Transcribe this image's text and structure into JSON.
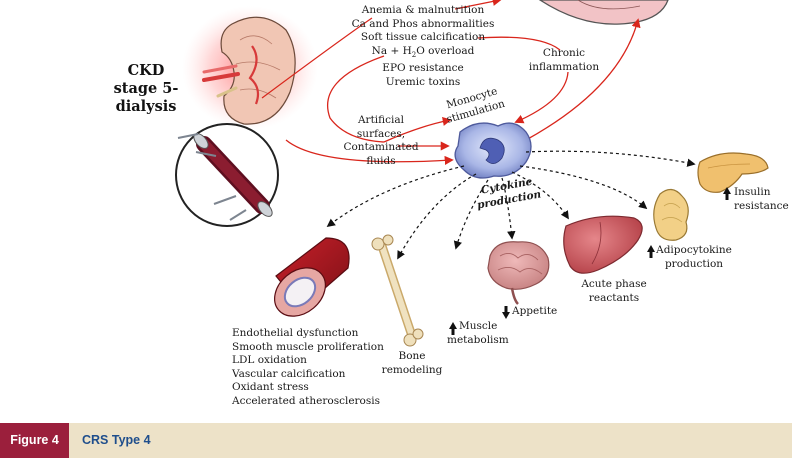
{
  "stage_label": [
    "CKD",
    "stage 5-",
    "dialysis"
  ],
  "risk_factors": [
    "Anemia & malnutrition",
    "Ca and Phos abnormalities",
    "Soft tissue calcification",
    "Na + H",
    "EPO resistance",
    "Uremic toxins"
  ],
  "sub2": "2",
  "o_suffix": "O overload",
  "chronic": [
    "Chronic",
    "inflammation"
  ],
  "monocyte": [
    "Monocyte",
    "stimulation"
  ],
  "artificial": [
    "Artificial",
    "surfaces,",
    "Contaminated",
    "fluids"
  ],
  "cytokine": [
    "Cytokine",
    "production"
  ],
  "insulin": [
    "Insulin",
    "resistance"
  ],
  "adipo": [
    "Adipocytokine",
    "production"
  ],
  "acute": [
    "Acute phase",
    "reactants"
  ],
  "appetite": "Appetite",
  "muscle": [
    "Muscle",
    "metabolism"
  ],
  "bone": [
    "Bone",
    "remodeling"
  ],
  "vascular": [
    "Endothelial dysfunction",
    "Smooth muscle proliferation",
    "LDL oxidation",
    "Vascular calcification",
    "Oxidant stress",
    "Accelerated atherosclerosis"
  ],
  "figure": {
    "tag": "Figure 4",
    "caption": "CRS Type 4"
  },
  "colors": {
    "arrow_red": "#d9261c",
    "figure_tag": "#9b1f3c",
    "footer_bg": "#ede2c8",
    "caption": "#1f4e8c"
  }
}
